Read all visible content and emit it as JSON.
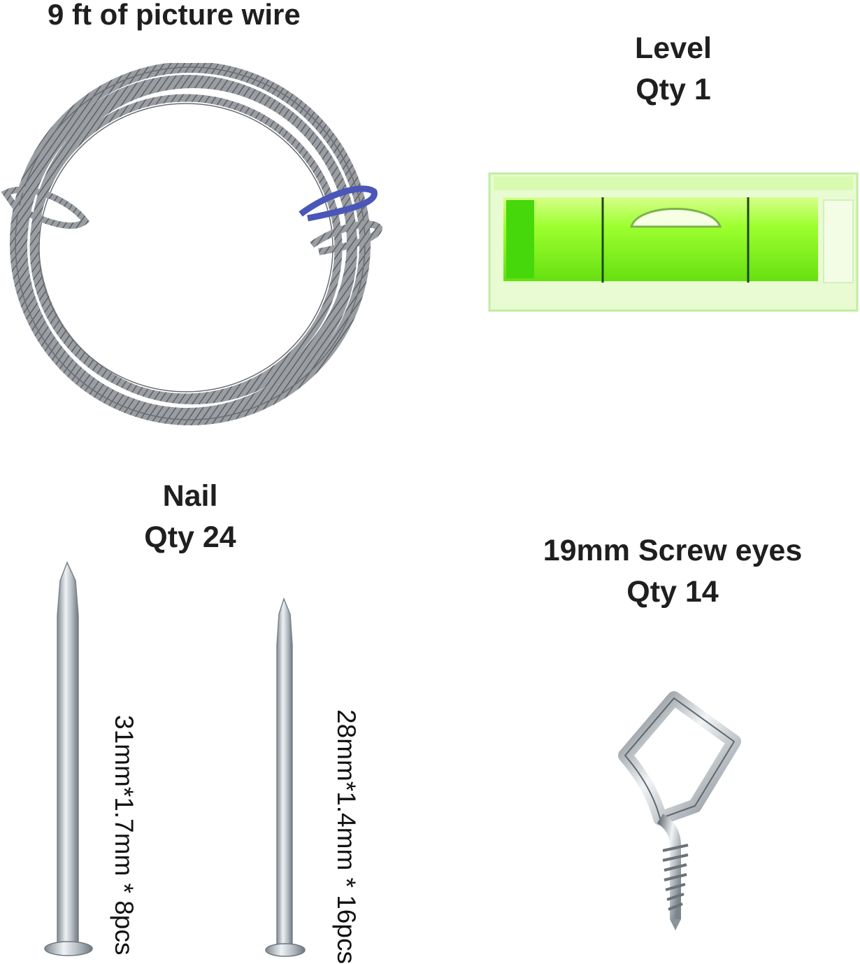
{
  "wire": {
    "title": "9 ft of picture wire"
  },
  "level": {
    "title": "Level",
    "qty": "Qty 1"
  },
  "nail": {
    "title": "Nail",
    "qty": "Qty 24",
    "size_long": "31mm*1.7mm * 8pcs",
    "size_short": "28mm*1.4mm * 16pcs"
  },
  "screw_eyes": {
    "title": "19mm Screw eyes",
    "qty": "Qty 14"
  },
  "colors": {
    "level_green": "#7CF21E",
    "wire_gray": "#8a8d91",
    "twist_blue": "#3b49a8"
  }
}
